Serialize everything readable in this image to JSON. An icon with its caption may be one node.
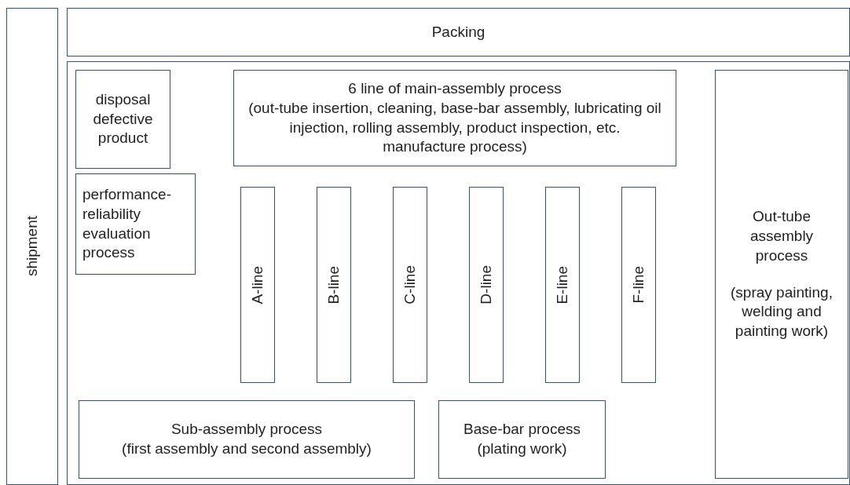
{
  "diagram": {
    "nodes": [
      {
        "text": [
          "shipment"
        ]
      },
      {
        "text": [
          "Packing"
        ]
      },
      {
        "text": [],
        "shape": "box"
      },
      {
        "text": [
          "disposal defective product"
        ],
        "in": 2
      },
      {
        "text": [
          "6 line of main-assembly process",
          "(out-tube insertion, cleaning, base-bar assembly, lubricating oil injection, rolling assembly, product inspection, etc. manufacture process)"
        ],
        "in": 2
      },
      {
        "text": [
          "Out-tube assembly process",
          "(spray painting, welding and painting work)"
        ],
        "in": 2
      },
      {
        "text": [
          "performance-reliability evaluation process"
        ],
        "in": 2
      },
      {
        "text": [
          "A-line"
        ],
        "in": 2
      },
      {
        "text": [
          "B-line"
        ],
        "in": 2
      },
      {
        "text": [
          "C-line"
        ],
        "in": 2
      },
      {
        "text": [
          "D-line"
        ],
        "in": 2
      },
      {
        "text": [
          "E-line"
        ],
        "in": 2
      },
      {
        "text": [
          "F-line"
        ],
        "in": 2
      },
      {
        "text": [
          "Sub-assembly process",
          "(first assembly and second assembly)"
        ],
        "in": 2
      },
      {
        "text": [
          "Base-bar process",
          "(plating work)"
        ],
        "in": 2
      }
    ],
    "edges": []
  }
}
